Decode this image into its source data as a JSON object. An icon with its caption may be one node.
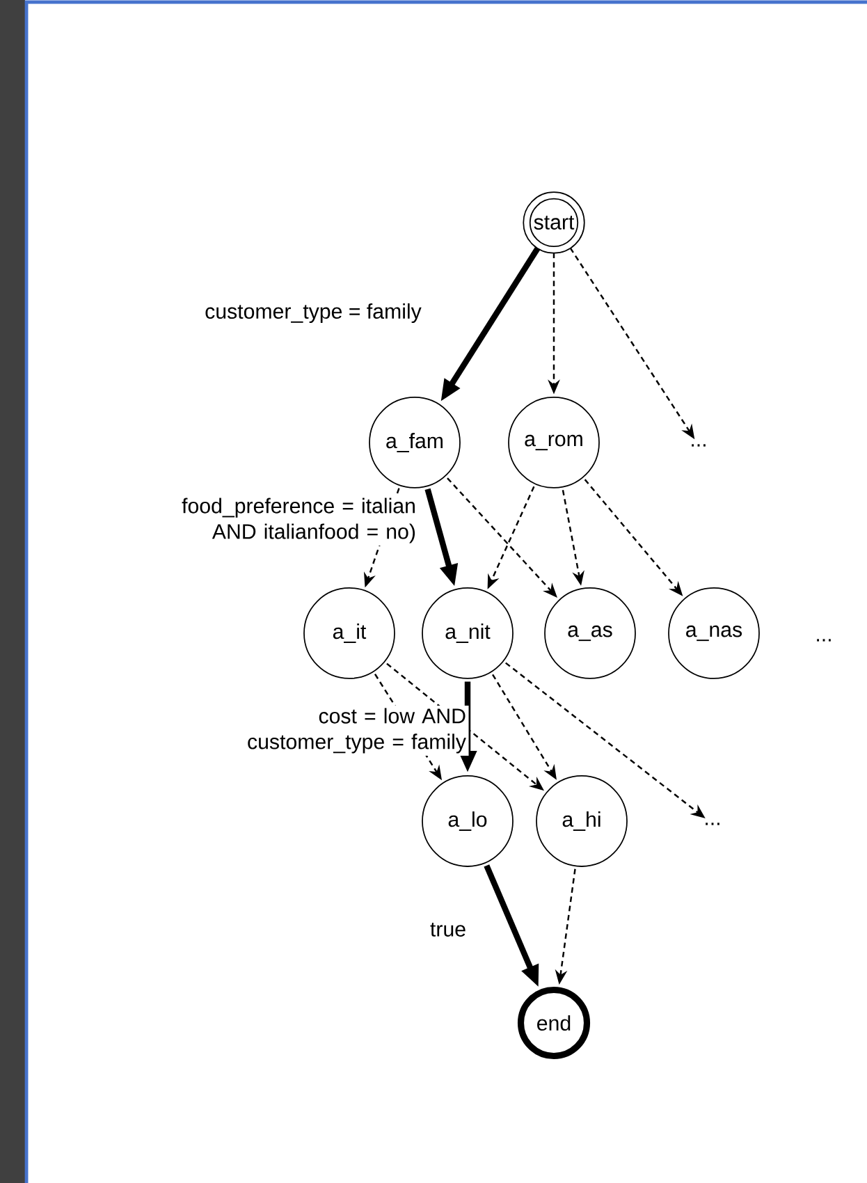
{
  "diagram": {
    "nodes": [
      {
        "text": [
          "start"
        ]
      },
      {
        "text": [
          "a_fam"
        ]
      },
      {
        "text": [
          "a_rom"
        ]
      },
      {
        "text": [
          "..."
        ]
      },
      {
        "text": [
          "a_it"
        ]
      },
      {
        "text": [
          "a_nit"
        ]
      },
      {
        "text": [
          "a_as"
        ]
      },
      {
        "text": [
          "a_nas"
        ]
      },
      {
        "text": [
          "a_lo"
        ]
      },
      {
        "text": [
          "a_hi"
        ]
      },
      {
        "text": [
          "..."
        ]
      },
      {
        "text": [
          "end"
        ]
      }
    ],
    "edges": [
      {
        "from": 0,
        "to": 1,
        "arrow": "to",
        "style": "thick",
        "label": "customer_type = family"
      },
      {
        "from": 0,
        "to": 2,
        "arrow": "to",
        "style": "dashed"
      },
      {
        "from": 0,
        "to": 3,
        "arrow": "to",
        "style": "dashed"
      },
      {
        "from": 1,
        "to": 4,
        "arrow": "to",
        "style": "dashed"
      },
      {
        "from": 1,
        "to": 5,
        "arrow": "to",
        "style": "thick",
        "label": "food_preference = italian AND italianfood = no)"
      },
      {
        "from": 1,
        "to": 6,
        "arrow": "to",
        "style": "dashed"
      },
      {
        "from": 2,
        "to": 5,
        "arrow": "to",
        "style": "dashed"
      },
      {
        "from": 2,
        "to": 6,
        "arrow": "to",
        "style": "dashed"
      },
      {
        "from": 2,
        "to": 7,
        "arrow": "to",
        "style": "dashed"
      },
      {
        "from": 4,
        "to": 8,
        "arrow": "to",
        "style": "dashed"
      },
      {
        "from": 4,
        "to": 9,
        "arrow": "to",
        "style": "dashed"
      },
      {
        "from": 5,
        "to": 8,
        "arrow": "to",
        "style": "thick",
        "label": "cost = low AND customer_type = family"
      },
      {
        "from": 5,
        "to": 9,
        "arrow": "to",
        "style": "dashed"
      },
      {
        "from": 5,
        "to": 10,
        "arrow": "to",
        "style": "dashed"
      },
      {
        "from": 8,
        "to": 11,
        "arrow": "to",
        "style": "thick",
        "label": "true"
      },
      {
        "from": 9,
        "to": 11,
        "arrow": "to",
        "style": "dashed"
      }
    ],
    "labels": [
      "..."
    ]
  }
}
